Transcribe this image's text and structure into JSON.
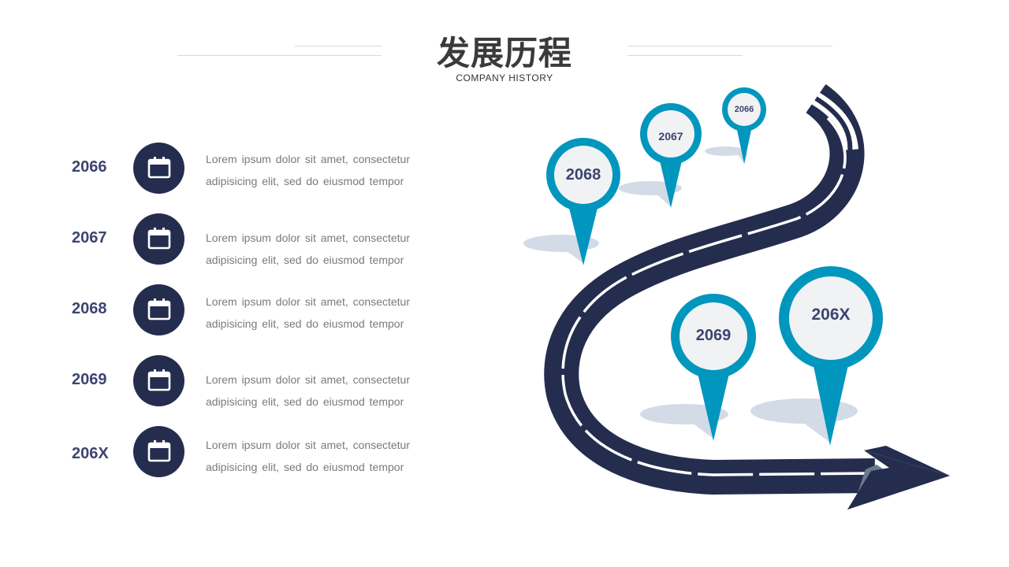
{
  "header": {
    "title": "发展历程",
    "subtitle": "COMPANY  HISTORY"
  },
  "timeline": [
    {
      "year": "2066",
      "line1": "Lorem ipsum dolor sit amet, consectetur",
      "line2": "adipisicing elit, sed do eiusmod tempor"
    },
    {
      "year": "2067",
      "line1": "Lorem ipsum dolor sit amet, consectetur",
      "line2": "adipisicing elit, sed do eiusmod tempor"
    },
    {
      "year": "2068",
      "line1": "Lorem ipsum dolor sit amet, consectetur",
      "line2": "adipisicing elit, sed do eiusmod tempor"
    },
    {
      "year": "2069",
      "line1": "Lorem ipsum dolor sit amet, consectetur",
      "line2": "adipisicing elit, sed do eiusmod tempor"
    },
    {
      "year": "206X",
      "line1": "Lorem ipsum dolor sit amet, consectetur",
      "line2": "adipisicing elit, sed do eiusmod tempor"
    }
  ],
  "pins": [
    "2066",
    "2067",
    "2068",
    "2069",
    "206X"
  ],
  "colors": {
    "navy": "#252d4e",
    "teal": "#0096bd",
    "pin_face": "#f1f2f4",
    "shadow": "#d3dbe6",
    "year_text": "#3d4470"
  },
  "icons": {
    "timeline_item": "calendar-icon"
  }
}
